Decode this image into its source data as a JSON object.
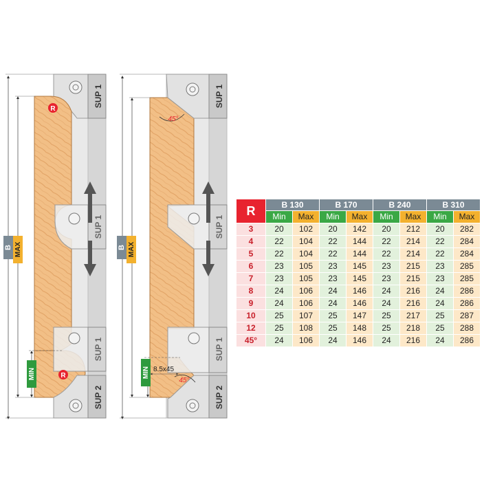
{
  "diagram": {
    "left_panel": {
      "sup_top": "SUP 1",
      "sup_mid": "SUP 1",
      "sup_low": "SUP 1",
      "sup_bottom": "SUP 2",
      "b_label": "B",
      "max_label": "MAX",
      "min_label": "MIN",
      "r_top": "R",
      "r_bottom": "R"
    },
    "right_panel": {
      "sup_top": "SUP 1",
      "sup_mid": "SUP 1",
      "sup_low": "SUP 1",
      "sup_bottom": "SUP 2",
      "b_label": "B",
      "max_label": "MAX",
      "min_label": "MIN",
      "angle_top": "45°",
      "angle_bottom": "45°",
      "chamfer_label": "8.5x45"
    }
  },
  "table": {
    "r_header": "R",
    "groups": [
      "B 130",
      "B 170",
      "B 240",
      "B 310"
    ],
    "min_label": "Min",
    "max_label": "Max",
    "rows": [
      {
        "r": "3",
        "vals": [
          "20",
          "102",
          "20",
          "142",
          "20",
          "212",
          "20",
          "282"
        ]
      },
      {
        "r": "4",
        "vals": [
          "22",
          "104",
          "22",
          "144",
          "22",
          "214",
          "22",
          "284"
        ]
      },
      {
        "r": "5",
        "vals": [
          "22",
          "104",
          "22",
          "144",
          "22",
          "214",
          "22",
          "284"
        ]
      },
      {
        "r": "6",
        "vals": [
          "23",
          "105",
          "23",
          "145",
          "23",
          "215",
          "23",
          "285"
        ]
      },
      {
        "r": "7",
        "vals": [
          "23",
          "105",
          "23",
          "145",
          "23",
          "215",
          "23",
          "285"
        ]
      },
      {
        "r": "8",
        "vals": [
          "24",
          "106",
          "24",
          "146",
          "24",
          "216",
          "24",
          "286"
        ]
      },
      {
        "r": "9",
        "vals": [
          "24",
          "106",
          "24",
          "146",
          "24",
          "216",
          "24",
          "286"
        ]
      },
      {
        "r": "10",
        "vals": [
          "25",
          "107",
          "25",
          "147",
          "25",
          "217",
          "25",
          "287"
        ]
      },
      {
        "r": "12",
        "vals": [
          "25",
          "108",
          "25",
          "148",
          "25",
          "218",
          "25",
          "288"
        ]
      },
      {
        "r": "45°",
        "vals": [
          "24",
          "106",
          "24",
          "146",
          "24",
          "216",
          "24",
          "286"
        ]
      }
    ]
  },
  "colors": {
    "wood": "#f2bf86",
    "wood_grain": "#e3a46a",
    "plate": "#e6e6e6",
    "plate_edge": "#9a9a9a",
    "sup_bg": "#c9c9c9",
    "red": "#e8232f",
    "green": "#2e9a3e",
    "orange": "#f3b12e",
    "header_gray": "#7b8a95"
  }
}
